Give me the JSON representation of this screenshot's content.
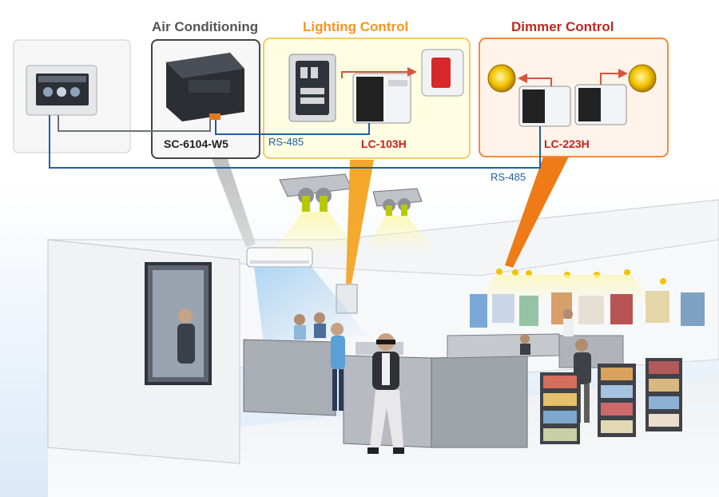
{
  "sections": {
    "air_conditioning": {
      "title": "Air Conditioning",
      "model": "SC-6104-W5"
    },
    "lighting_control": {
      "title": "Lighting Control",
      "model": "LC-103H"
    },
    "dimmer_control": {
      "title": "Dimmer Control",
      "model": "LC-223H"
    }
  },
  "bus": {
    "label_upper": "RS-485",
    "label_lower": "RS-485"
  },
  "colors": {
    "air_title": "#555555",
    "lighting_title": "#f7941d",
    "dimmer_title": "#c0281f",
    "model_dark": "#222222",
    "model_red": "#c81e1e",
    "rs485": "#1f5fa6",
    "lighting_bg": "#fffde0",
    "dimmer_bg": "#fff3ea"
  }
}
